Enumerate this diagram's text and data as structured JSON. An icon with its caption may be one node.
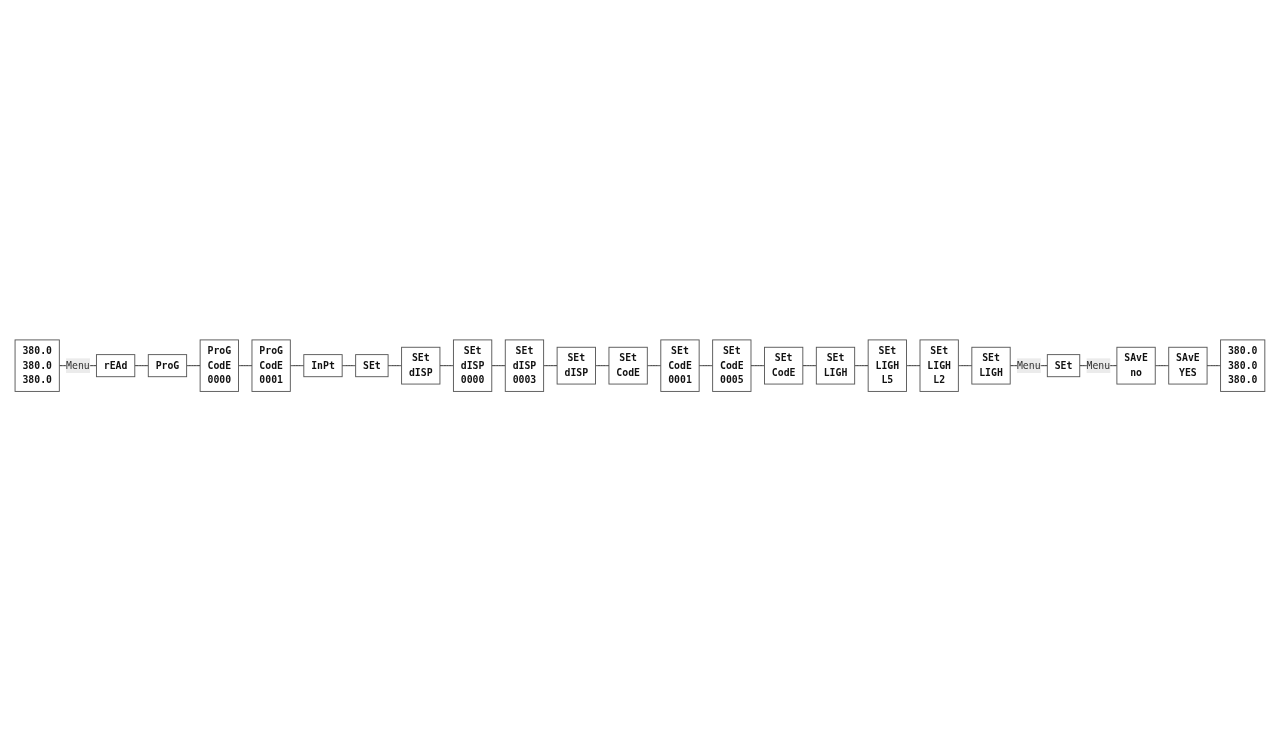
{
  "diagram": {
    "nodes": [
      {
        "text": [
          "380.0",
          "380.0",
          "380.0"
        ]
      },
      {
        "text": [
          "rEAd"
        ]
      },
      {
        "text": [
          "ProG"
        ]
      },
      {
        "text": [
          "ProG",
          "CodE",
          "0000"
        ]
      },
      {
        "text": [
          "ProG",
          "CodE",
          "0001"
        ]
      },
      {
        "text": [
          "InPt"
        ]
      },
      {
        "text": [
          "SEt"
        ]
      },
      {
        "text": [
          "SEt",
          "dISP"
        ]
      },
      {
        "text": [
          "SEt",
          "dISP",
          "0000"
        ]
      },
      {
        "text": [
          "SEt",
          "dISP",
          "0003"
        ]
      },
      {
        "text": [
          "SEt",
          "dISP"
        ]
      },
      {
        "text": [
          "SEt",
          "CodE"
        ]
      },
      {
        "text": [
          "SEt",
          "CodE",
          "0001"
        ]
      },
      {
        "text": [
          "SEt",
          "CodE",
          "0005"
        ]
      },
      {
        "text": [
          "SEt",
          "CodE"
        ]
      },
      {
        "text": [
          "SEt",
          "LIGH"
        ]
      },
      {
        "text": [
          "SEt",
          "LIGH",
          "L5"
        ]
      },
      {
        "text": [
          "SEt",
          "LIGH",
          "L2"
        ]
      },
      {
        "text": [
          "SEt",
          "LIGH"
        ]
      },
      {
        "text": [
          "SEt"
        ]
      },
      {
        "text": [
          "SAvE",
          "no"
        ]
      },
      {
        "text": [
          "SAvE",
          "YES"
        ]
      },
      {
        "text": [
          "380.0",
          "380.0",
          "380.0"
        ]
      }
    ],
    "edges": [
      {
        "from": 0,
        "to": 1,
        "arrow": "none",
        "label": "Menu"
      },
      {
        "from": 1,
        "to": 2,
        "arrow": "none"
      },
      {
        "from": 2,
        "to": 3,
        "arrow": "none"
      },
      {
        "from": 3,
        "to": 4,
        "arrow": "none"
      },
      {
        "from": 4,
        "to": 5,
        "arrow": "none"
      },
      {
        "from": 5,
        "to": 6,
        "arrow": "none"
      },
      {
        "from": 6,
        "to": 7,
        "arrow": "none"
      },
      {
        "from": 7,
        "to": 8,
        "arrow": "none"
      },
      {
        "from": 8,
        "to": 9,
        "arrow": "none"
      },
      {
        "from": 9,
        "to": 10,
        "arrow": "none"
      },
      {
        "from": 10,
        "to": 11,
        "arrow": "none"
      },
      {
        "from": 11,
        "to": 12,
        "arrow": "none"
      },
      {
        "from": 12,
        "to": 13,
        "arrow": "none"
      },
      {
        "from": 13,
        "to": 14,
        "arrow": "none"
      },
      {
        "from": 14,
        "to": 15,
        "arrow": "none"
      },
      {
        "from": 15,
        "to": 16,
        "arrow": "none"
      },
      {
        "from": 16,
        "to": 17,
        "arrow": "none"
      },
      {
        "from": 17,
        "to": 18,
        "arrow": "none"
      },
      {
        "from": 18,
        "to": 19,
        "arrow": "none",
        "label": "Menu"
      },
      {
        "from": 19,
        "to": 20,
        "arrow": "none",
        "label": "Menu"
      },
      {
        "from": 20,
        "to": 21,
        "arrow": "none"
      },
      {
        "from": 21,
        "to": 22,
        "arrow": "none"
      }
    ]
  }
}
